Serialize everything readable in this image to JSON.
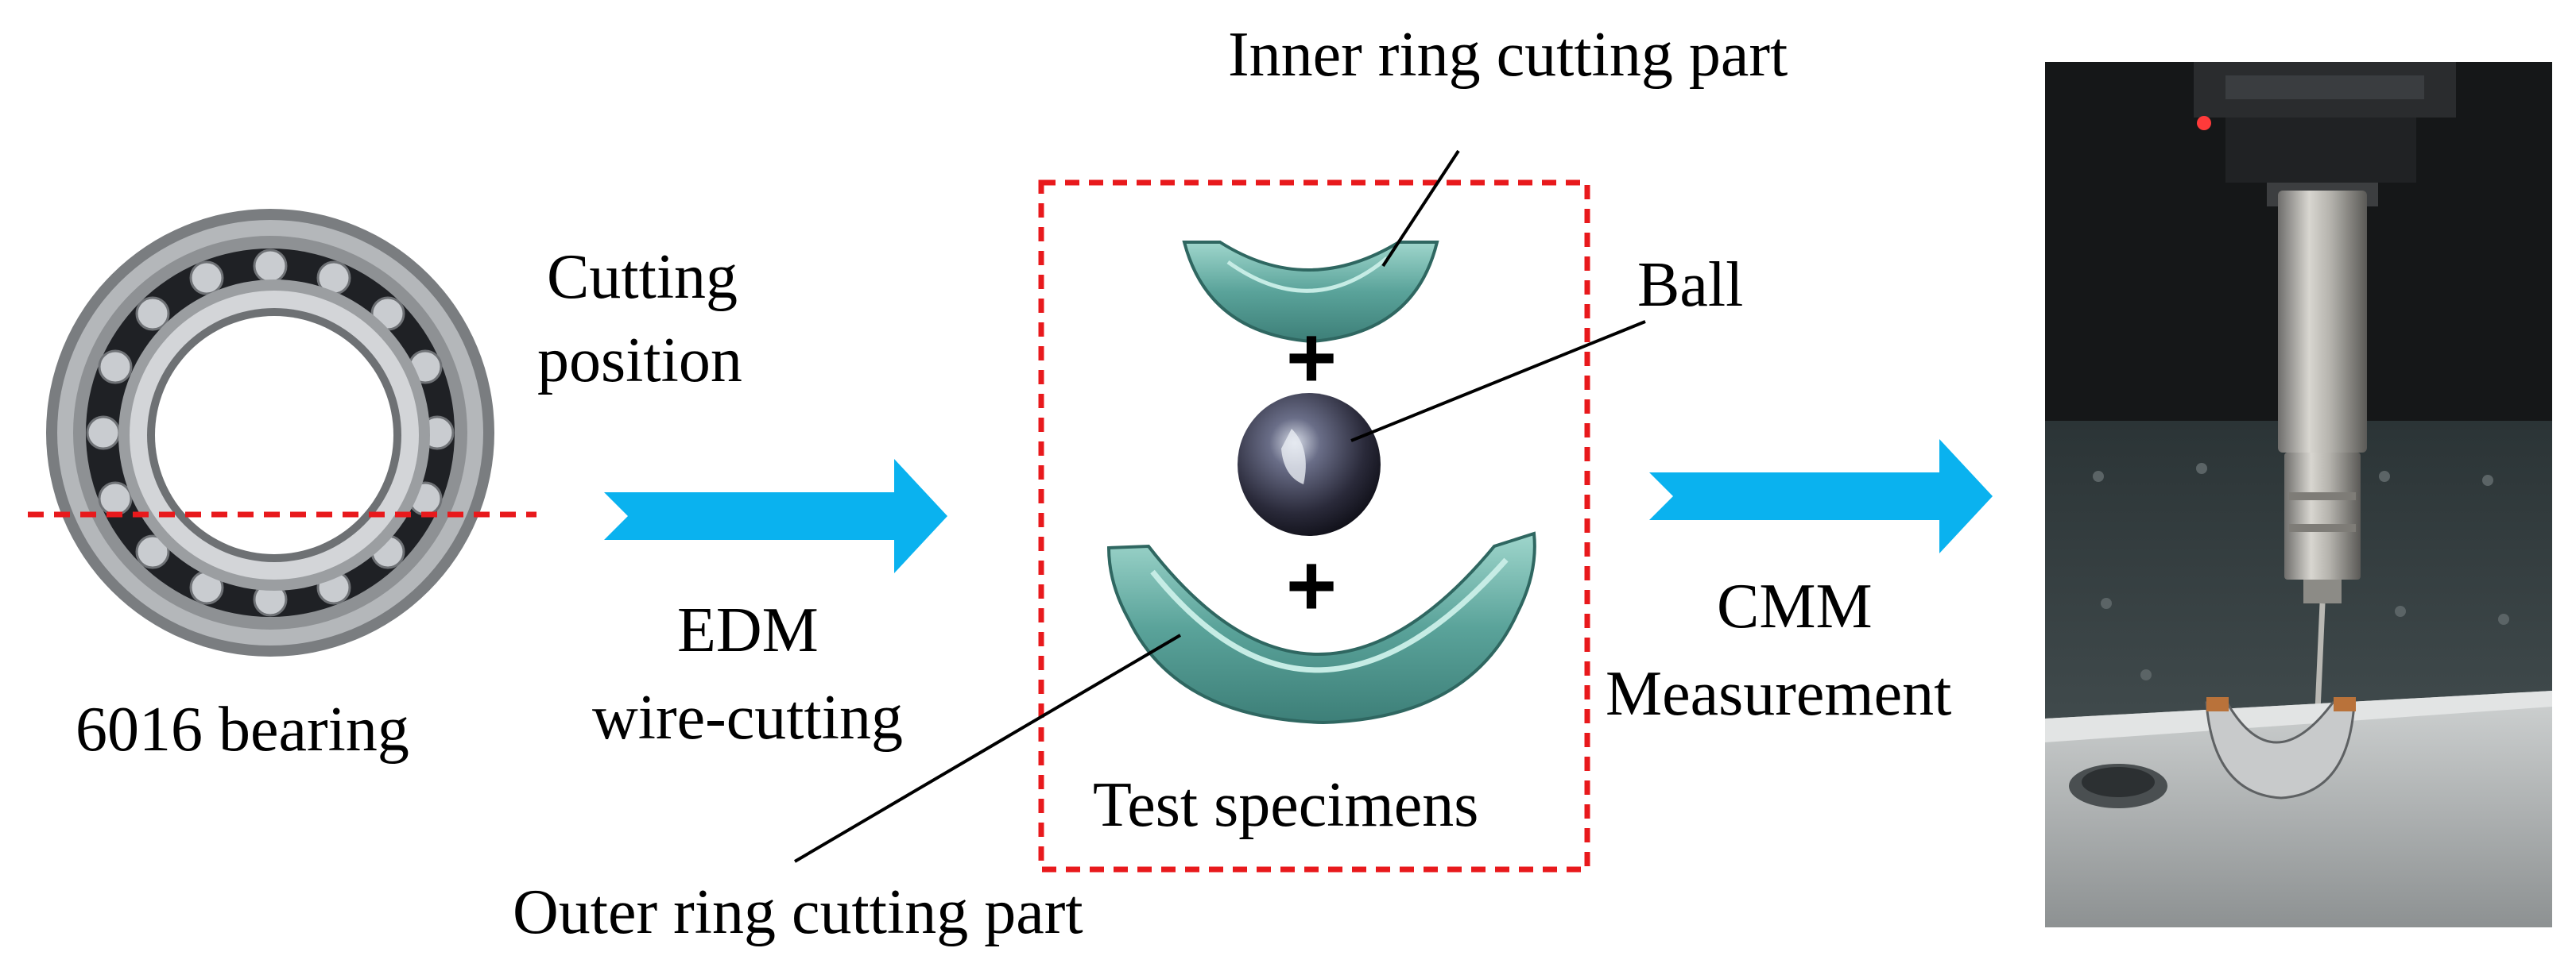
{
  "labels": {
    "bearing": "6016 bearing",
    "cutting_line1": "Cutting",
    "cutting_line2": "position",
    "edm_line1": "EDM",
    "edm_line2": "wire-cutting",
    "inner_ring": "Inner ring cutting part",
    "ball": "Ball",
    "outer_ring": "Outer ring cutting part",
    "test_specimens": "Test specimens",
    "cmm_line1": "CMM",
    "cmm_line2": "Measurement",
    "plus": "+"
  },
  "colors": {
    "arrow": "#0ab2ef",
    "dashed": "#e8191c",
    "ring_metal": "#5fa7a0",
    "ball": "#2c2c3c"
  },
  "icons": [
    "bearing-photo",
    "inner-ring-part",
    "ball-sphere",
    "outer-ring-part",
    "cmm-photo",
    "process-arrow"
  ]
}
